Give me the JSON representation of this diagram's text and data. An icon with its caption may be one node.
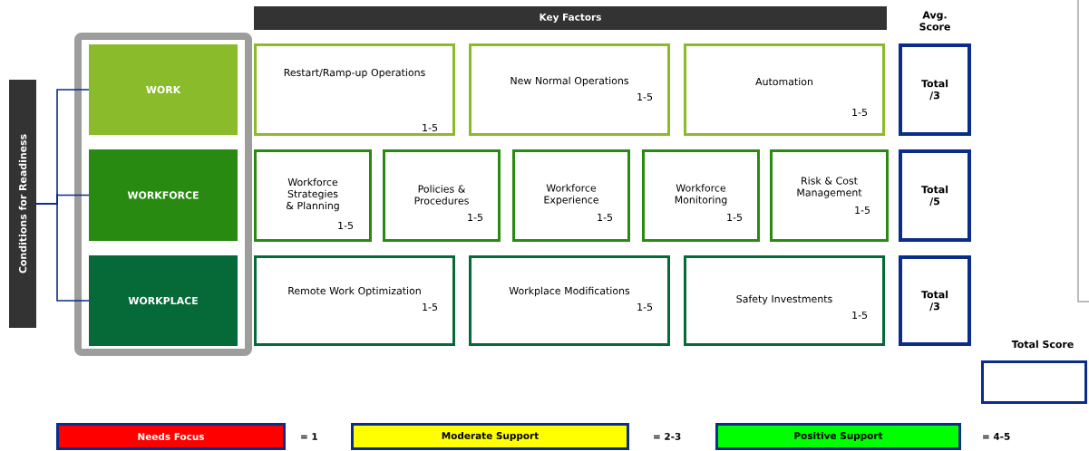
{
  "diagram": {
    "nodes": [
      {
        "text": [
          "Conditions for Readiness"
        ]
      },
      {
        "text": [],
        "shape": "box"
      },
      {
        "text": [
          "WORK"
        ],
        "in": 1
      },
      {
        "text": [
          "WORKFORCE"
        ],
        "in": 1
      },
      {
        "text": [
          "WORKPLACE"
        ],
        "in": 1
      },
      {
        "text": [
          "Key Factors"
        ]
      },
      {
        "text": [
          "Restart/Ramp-up Operations",
          "1-5"
        ]
      },
      {
        "text": [
          "New Normal Operations",
          "1-5"
        ]
      },
      {
        "text": [
          "Automation",
          "1-5"
        ]
      },
      {
        "text": [
          "Total /3"
        ]
      },
      {
        "text": [
          "Workforce Strategies & Planning",
          "1-5"
        ]
      },
      {
        "text": [
          "Policies & Procedures",
          "1-5"
        ]
      },
      {
        "text": [
          "Workforce Experience",
          "1-5"
        ]
      },
      {
        "text": [
          "Workforce Monitoring",
          "1-5"
        ]
      },
      {
        "text": [
          "Risk & Cost Management",
          "1-5"
        ]
      },
      {
        "text": [
          "Total /5"
        ]
      },
      {
        "text": [
          "Remote Work Optimization",
          "1-5"
        ]
      },
      {
        "text": [
          "Workplace Modifications",
          "1-5"
        ]
      },
      {
        "text": [
          "Safety Investments",
          "1-5"
        ]
      },
      {
        "text": [
          "Total /3"
        ]
      },
      {
        "text": [
          "Total Score"
        ]
      },
      {
        "text": [
          "Needs Focus"
        ],
        "beside": [
          "= 1"
        ]
      },
      {
        "text": [
          "Moderate Support"
        ],
        "beside": [
          "= 2-3"
        ]
      },
      {
        "text": [
          "Positive Support"
        ],
        "beside": [
          "= 4-5"
        ]
      }
    ],
    "edges": [
      {
        "from": 0,
        "to": 2,
        "arrow": "none"
      },
      {
        "from": 0,
        "to": 3,
        "arrow": "none"
      },
      {
        "from": 0,
        "to": 4,
        "arrow": "none"
      }
    ],
    "labels": [
      "Avg. Score"
    ]
  }
}
